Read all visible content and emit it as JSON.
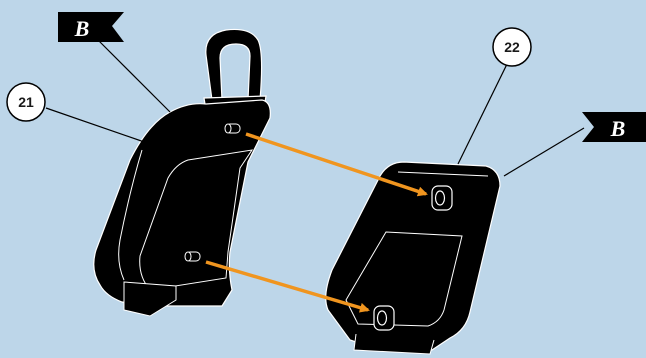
{
  "callouts": {
    "seat_backrest": "21",
    "backrest_cover": "22"
  },
  "flags": {
    "left": "B",
    "right": "B"
  },
  "colors": {
    "background": "#bdd6e9",
    "part_fill": "#000000",
    "part_outline": "#ffffff",
    "arrow": "#f0951f"
  }
}
